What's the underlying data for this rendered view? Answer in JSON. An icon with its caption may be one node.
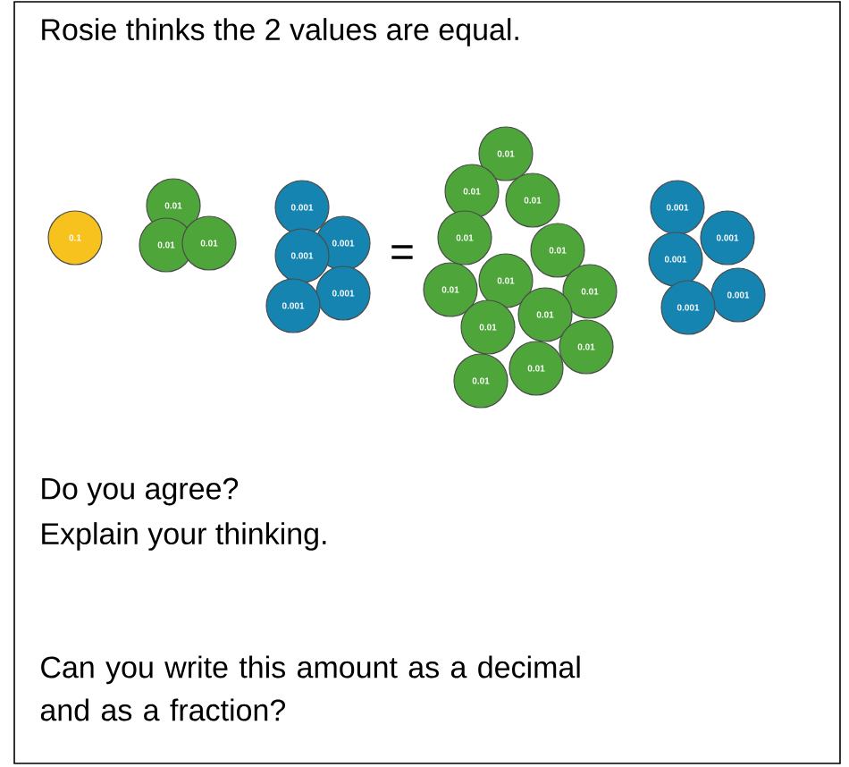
{
  "diagram": {
    "nodes": [
      {
        "text": [
          "0.1"
        ]
      },
      {
        "text": [
          "0.01"
        ]
      },
      {
        "text": [
          "0.01"
        ]
      },
      {
        "text": [
          "0.01"
        ]
      },
      {
        "text": [
          "0.001"
        ]
      },
      {
        "text": [
          "0.001"
        ]
      },
      {
        "text": [
          "0.001"
        ]
      },
      {
        "text": [
          "0.001"
        ]
      },
      {
        "text": [
          "0.001"
        ]
      },
      {
        "text": [
          "0.01"
        ]
      },
      {
        "text": [
          "0.01"
        ]
      },
      {
        "text": [
          "0.01"
        ]
      },
      {
        "text": [
          "0.01"
        ]
      },
      {
        "text": [
          "0.01"
        ]
      },
      {
        "text": [
          "0.01"
        ]
      },
      {
        "text": [
          "0.01"
        ]
      },
      {
        "text": [
          "0.01"
        ]
      },
      {
        "text": [
          "0.01"
        ]
      },
      {
        "text": [
          "0.01"
        ]
      },
      {
        "text": [
          "0.01"
        ]
      },
      {
        "text": [
          "0.01"
        ]
      },
      {
        "text": [
          "0.01"
        ]
      },
      {
        "text": [
          "0.001"
        ]
      },
      {
        "text": [
          "0.001"
        ]
      },
      {
        "text": [
          "0.001"
        ]
      },
      {
        "text": [
          "0.001"
        ]
      },
      {
        "text": [
          "0.001"
        ]
      }
    ],
    "labels": [
      "Rosie thinks the 2 values are equal.",
      "=",
      "Do you agree?",
      "Explain your thinking.",
      "Can you write this amount as a decimal and as a fraction?"
    ]
  }
}
